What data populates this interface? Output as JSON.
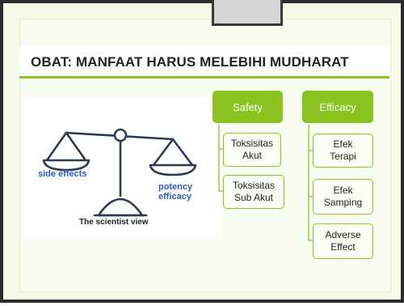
{
  "slide": {
    "title": "OBAT: MANFAAT HARUS MELEBIHI MUDHARAT"
  },
  "scale_illustration": {
    "left_label": "side effects",
    "right_label_line1": "potency",
    "right_label_line2": "efficacy",
    "caption": "The scientist view",
    "label_color": "#2c5bb6"
  },
  "hierarchy": {
    "accent_color": "#8ac21f",
    "groups": [
      {
        "label": "Safety",
        "children": [
          {
            "line1": "Toksisitas",
            "line2": "Akut"
          },
          {
            "line1": "Toksisitas",
            "line2": "Sub Akut"
          }
        ]
      },
      {
        "label": "Efficacy",
        "children": [
          {
            "line1": "Efek",
            "line2": "Terapi"
          },
          {
            "line1": "Efek",
            "line2": "Samping"
          },
          {
            "line1": "Adverse",
            "line2": "Effect"
          }
        ]
      }
    ]
  }
}
